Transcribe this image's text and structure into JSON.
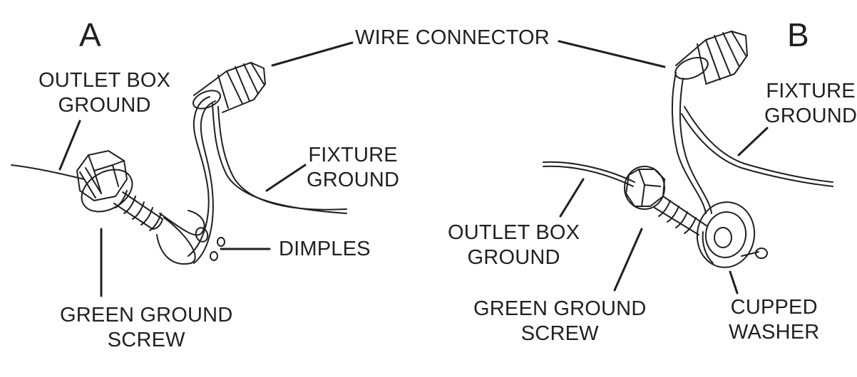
{
  "panels": {
    "a": {
      "letter": "A"
    },
    "b": {
      "letter": "B"
    }
  },
  "labels": {
    "wire_connector": "WIRE CONNECTOR",
    "a_outlet_box_ground": [
      "OUTLET BOX",
      "GROUND"
    ],
    "a_fixture_ground": [
      "FIXTURE",
      "GROUND"
    ],
    "a_dimples": "DIMPLES",
    "a_green_ground_screw": [
      "GREEN GROUND",
      "SCREW"
    ],
    "b_fixture_ground": [
      "FIXTURE",
      "GROUND"
    ],
    "b_outlet_box_ground": [
      "OUTLET BOX",
      "GROUND"
    ],
    "b_green_ground_screw": [
      "GREEN GROUND",
      "SCREW"
    ],
    "b_cupped_washer": [
      "CUPPED",
      "WASHER"
    ]
  },
  "colors": {
    "ink": "#231f20",
    "paper": "#ffffff"
  }
}
